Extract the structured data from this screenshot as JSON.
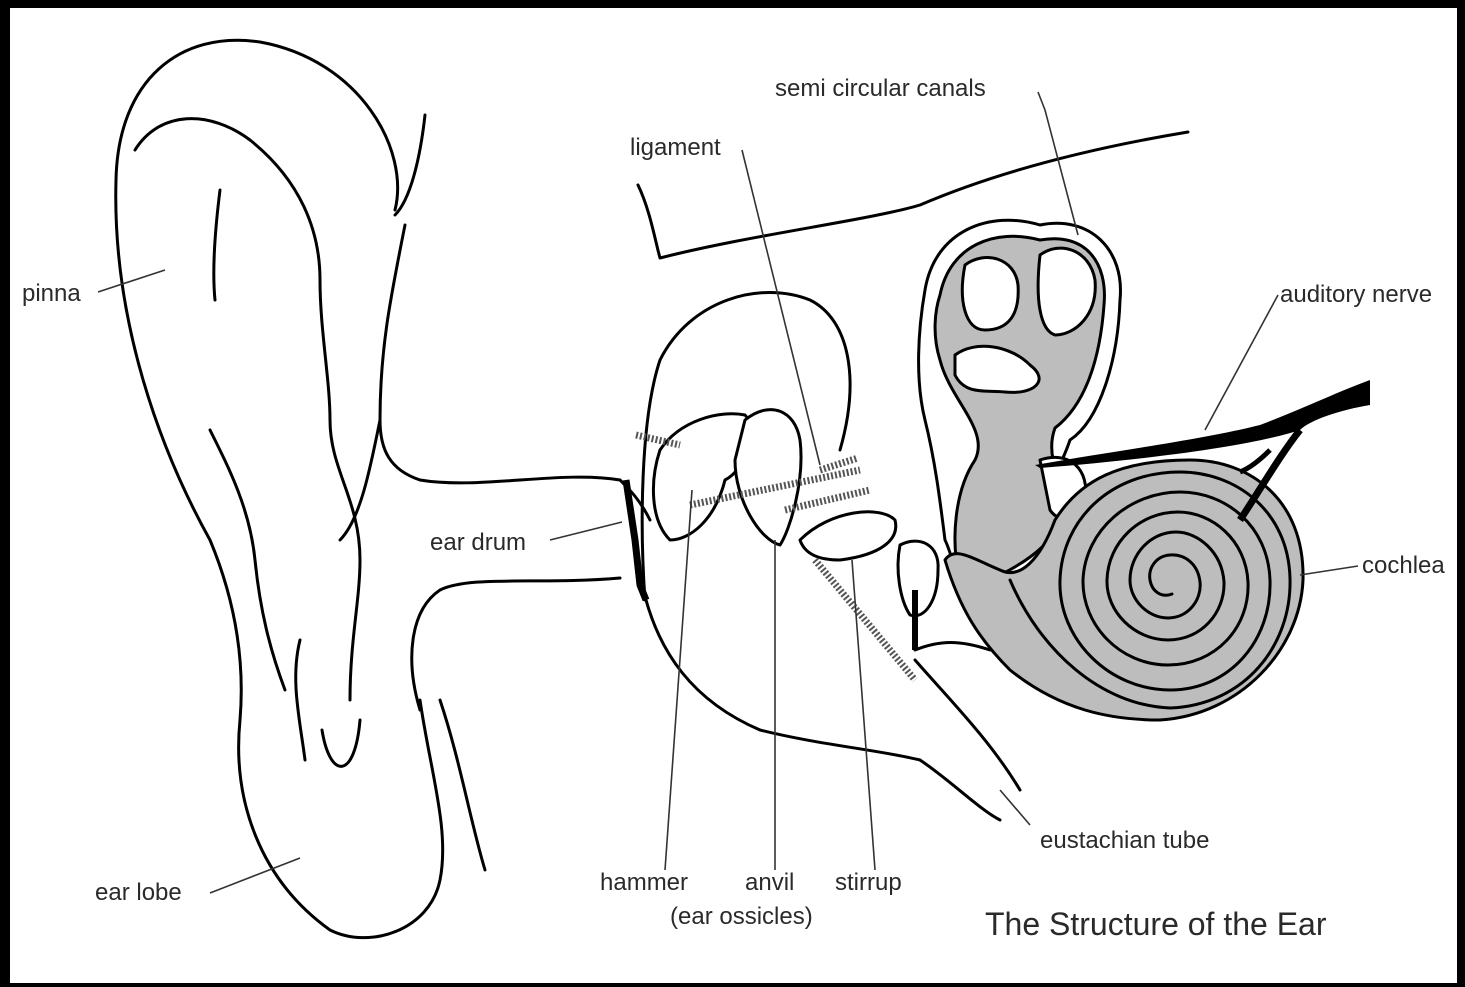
{
  "title": "The Structure of the Ear",
  "labels": {
    "pinna": "pinna",
    "ear_lobe": "ear lobe",
    "ear_drum": "ear drum",
    "ligament": "ligament",
    "semi_circular_canals": "semi circular canals",
    "auditory_nerve": "auditory nerve",
    "cochlea": "cochlea",
    "eustachian_tube": "eustachian tube",
    "hammer": "hammer",
    "anvil": "anvil",
    "stirrup": "stirrup",
    "ear_ossicles": "(ear ossicles)"
  },
  "colors": {
    "frame": "#000000",
    "background": "#ffffff",
    "inner_ear_fill": "#bdbdbd",
    "text": "#2a2a2a"
  }
}
